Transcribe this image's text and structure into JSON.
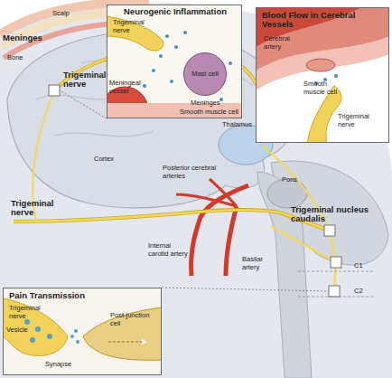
{
  "diagram": {
    "nodes": [
      {
        "text": [
          "Neurogenic Inflammation",
          "Trigeminal nerve",
          "Meningeal vessel",
          "Meninges",
          "Smooth muscle cell"
        ]
      },
      {
        "text": [
          "Mast cell"
        ],
        "in": 0
      },
      {
        "text": [
          "Blood Flow in Cerebral Vessels",
          "Cerebral artery",
          "Smooth muscle cell",
          "Trigeminal nerve"
        ]
      },
      {
        "text": [
          "Pain Transmission",
          "Trigeminal nerve",
          "Vesicle",
          "Synapse",
          "Post-junction cell"
        ]
      }
    ],
    "labels": [
      "Scalp",
      "Meninges",
      "Bone",
      "Trigeminal nerve",
      "Cortex",
      "Thalamus",
      "Posterior cerebral arteries",
      "Pons",
      "Trigeminal nerve",
      "Internal carotid artery",
      "Basilar artery",
      "Trigeminal nucleus caudalis",
      "C1",
      "C2"
    ]
  }
}
